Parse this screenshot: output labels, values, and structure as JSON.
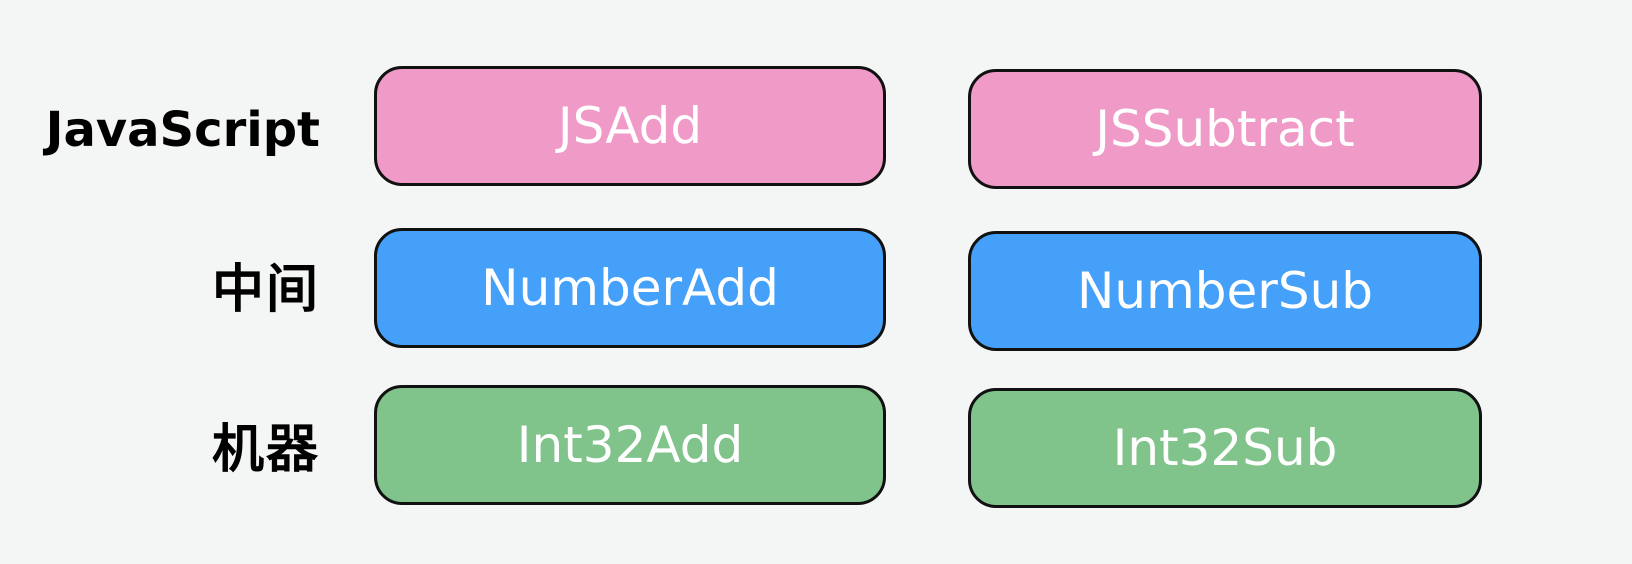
{
  "rows": [
    {
      "label": "JavaScript",
      "color": "#f09ac8",
      "nodes": [
        "JSAdd",
        "JSSubtract"
      ]
    },
    {
      "label": "中间",
      "color": "#45a0f9",
      "nodes": [
        "NumberAdd",
        "NumberSub"
      ]
    },
    {
      "label": "机器",
      "color": "#80c48c",
      "nodes": [
        "Int32Add",
        "Int32Sub"
      ]
    }
  ]
}
